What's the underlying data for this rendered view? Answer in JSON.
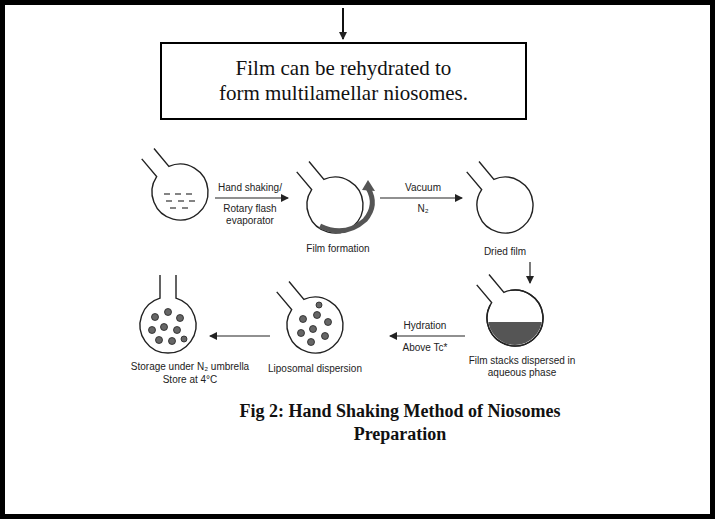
{
  "diagram": {
    "caption": "Fig 2: Hand Shaking Method of Niosomes Preparation",
    "nodes": [
      {
        "text": [
          "Film can be rehydrated to form multilamellar niosomes."
        ]
      }
    ],
    "labels": [
      "Hand shaking/",
      "Rotary flash evaporator",
      "Film formation",
      "Vacuum",
      "N₂",
      "Dried film",
      "Film stacks dispersed in aqueous phase",
      "Hydration",
      "Above Tc*",
      "Liposomal dispersion",
      "Storage under N₂ umbrella",
      "Store at 4°C"
    ]
  }
}
